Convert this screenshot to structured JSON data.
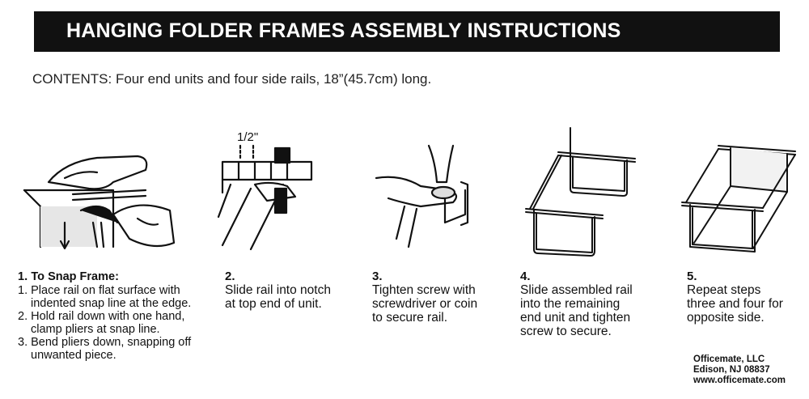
{
  "header": {
    "title": "HANGING FOLDER FRAMES ASSEMBLY INSTRUCTIONS"
  },
  "contents": "CONTENTS: Four end units and four side rails, 18”(45.7cm) long.",
  "measure_label": "1/2\"",
  "steps": [
    {
      "number": "1.",
      "title": "To Snap Frame:",
      "items": [
        "1. Place rail on flat surface with indented snap line at the edge.",
        "2. Hold rail down with one hand, clamp pliers at snap line.",
        "3. Bend pliers down, snapping off unwanted piece."
      ]
    },
    {
      "number": "2.",
      "text": "Slide rail into notch at top end of unit."
    },
    {
      "number": "3.",
      "text": "Tighten screw with screwdriver or coin to secure rail."
    },
    {
      "number": "4.",
      "text": "Slide assembled rail into the remaining end unit and tighten screw to secure."
    },
    {
      "number": "5.",
      "text": "Repeat steps three and four for opposite side."
    }
  ],
  "company": {
    "name": "Officemate, LLC",
    "address": "Edison, NJ 08837",
    "url": "www.officemate.com"
  },
  "colors": {
    "title_bar": "#111111",
    "title_text": "#ffffff",
    "ink": "#111111"
  }
}
